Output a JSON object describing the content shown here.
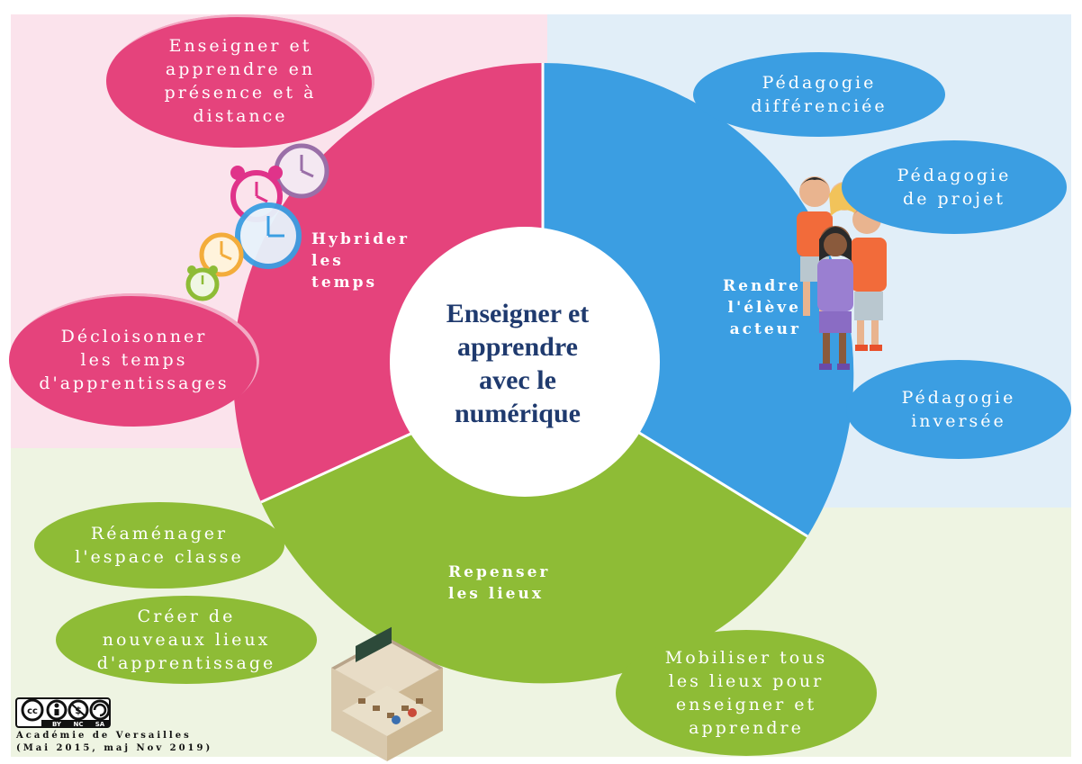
{
  "center": {
    "title": "Enseigner et\napprendre\navec le\nnumérique"
  },
  "sections": [
    {
      "id": "hybrider",
      "label": "Hybrider\nles\ntemps",
      "color": "#e5437c",
      "bubbles": [
        "Enseigner et\napprendre en\nprésence et à\ndistance",
        "Décloisonner\nles temps\nd'apprentissages"
      ]
    },
    {
      "id": "rendre",
      "label": "Rendre\nl'élève\nacteur",
      "color": "#3b9ee2",
      "bubbles": [
        "Pédagogie\ndifférenciée",
        "Pédagogie\nde projet",
        "Pédagogie\ninversée"
      ]
    },
    {
      "id": "repenser",
      "label": "Repenser\nles lieux",
      "color": "#8ebc36",
      "bubbles": [
        "Réaménager\nl'espace classe",
        "Créer de\nnouveaux lieux\nd'apprentissage",
        "Mobiliser tous\nles lieux pour\nenseigner et\napprendre"
      ]
    }
  ],
  "license": {
    "badge": "cc",
    "terms": [
      "BY",
      "NC",
      "SA"
    ]
  },
  "credit": {
    "line1": "Académie de Versailles",
    "line2": "(Mai 2015, maj Nov 2019)"
  },
  "colors": {
    "pink_bg": "#fbe3ec",
    "blue_bg": "#e1eef8",
    "green_bg": "#eef4e2",
    "title": "#1f3a6e"
  }
}
